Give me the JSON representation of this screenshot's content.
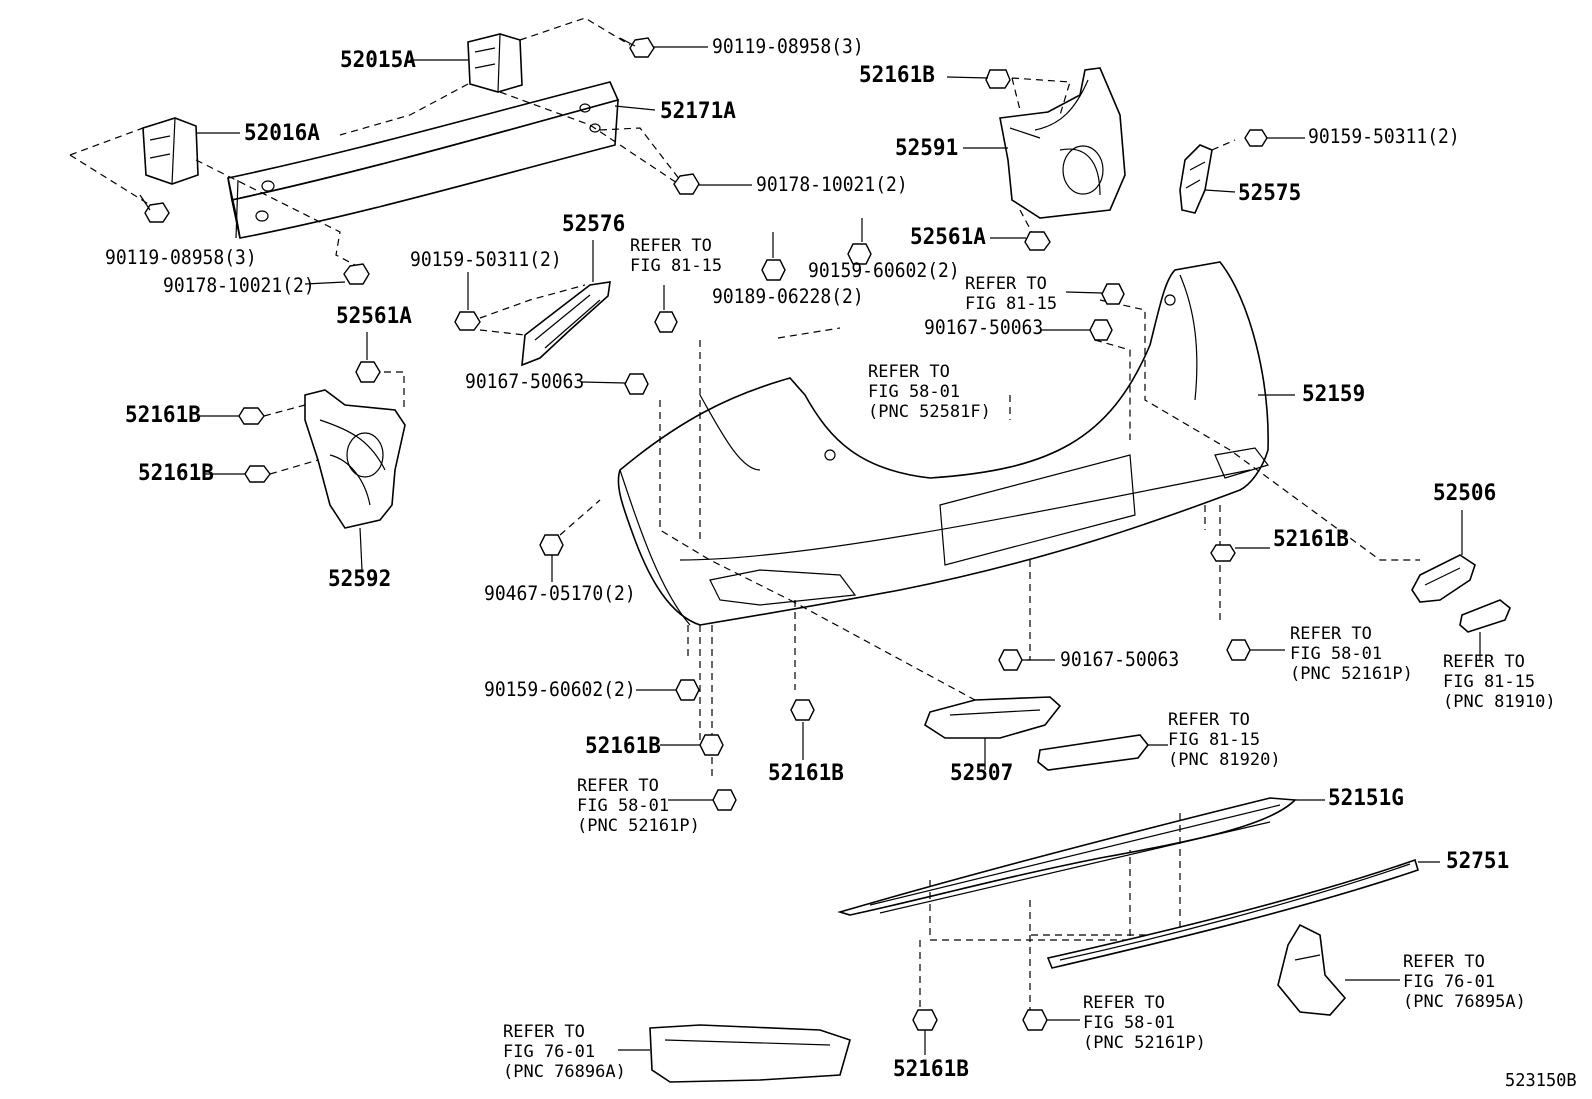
{
  "diagram": {
    "code": "523150B",
    "labels": {
      "l_52015A": "52015A",
      "l_52016A": "52016A",
      "l_52171A": "52171A",
      "l_90119_top": "90119-08958(3)",
      "l_90119_left": "90119-08958(3)",
      "l_90178_mid": "90178-10021(2)",
      "l_90178_left": "90178-10021(2)",
      "l_52161B_top": "52161B",
      "l_52591": "52591",
      "l_52561A_right": "52561A",
      "l_90159_50311_right": "90159-50311(2)",
      "l_52575": "52575",
      "l_52576": "52576",
      "l_90159_50311_left": "90159-50311(2)",
      "l_52561A_left": "52561A",
      "l_52161B_l1": "52161B",
      "l_52161B_l2": "52161B",
      "l_52592": "52592",
      "l_90159_60602_top": "90159-60602(2)",
      "l_90189": "90189-06228(2)",
      "l_90167_top": "90167-50063",
      "l_90167_left": "90167-50063",
      "l_52159": "52159",
      "l_52506": "52506",
      "l_52161B_r": "52161B",
      "l_90467": "90467-05170(2)",
      "l_90167_bottom": "90167-50063",
      "l_90159_60602_bottom": "90159-60602(2)",
      "l_52161B_b1": "52161B",
      "l_52161B_b2": "52161B",
      "l_52507": "52507",
      "l_52151G": "52151G",
      "l_52751": "52751",
      "l_52161B_b3": "52161B"
    },
    "references": {
      "ref_fig81_top": [
        "REFER TO",
        "FIG 81-15"
      ],
      "ref_fig81_mid": [
        "REFER TO",
        "FIG 81-15"
      ],
      "ref_fig58_top": [
        "REFER TO",
        "FIG 58-01",
        "(PNC 52581F)"
      ],
      "ref_fig58_right": [
        "REFER TO",
        "FIG 58-01",
        "(PNC 52161P)"
      ],
      "ref_fig81_right": [
        "REFER TO",
        "FIG 81-15",
        "(PNC 81910)"
      ],
      "ref_fig81_lamp": [
        "REFER TO",
        "FIG 81-15",
        "(PNC 81920)"
      ],
      "ref_fig58_left": [
        "REFER TO",
        "FIG 58-01",
        "(PNC 52161P)"
      ],
      "ref_fig58_bottom": [
        "REFER TO",
        "FIG 58-01",
        "(PNC 52161P)"
      ],
      "ref_fig76_right": [
        "REFER TO",
        "FIG 76-01",
        "(PNC 76895A)"
      ],
      "ref_fig76_left": [
        "REFER TO",
        "FIG 76-01",
        "(PNC 76896A)"
      ]
    }
  }
}
